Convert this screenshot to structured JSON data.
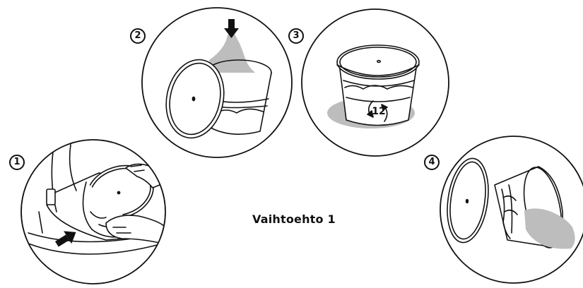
{
  "caption": "Vaihtoehto 1",
  "steps": [
    {
      "number": "1",
      "depicts": "lifting-bin-out"
    },
    {
      "number": "2",
      "depicts": "pressing-contents-down"
    },
    {
      "number": "3",
      "depicts": "lid-on-rotate"
    },
    {
      "number": "4",
      "depicts": "emptying-bin"
    }
  ],
  "rotation_count": "12",
  "colors": {
    "line": "#111111",
    "fill_gray": "#bdbdbd",
    "background": "#ffffff"
  }
}
